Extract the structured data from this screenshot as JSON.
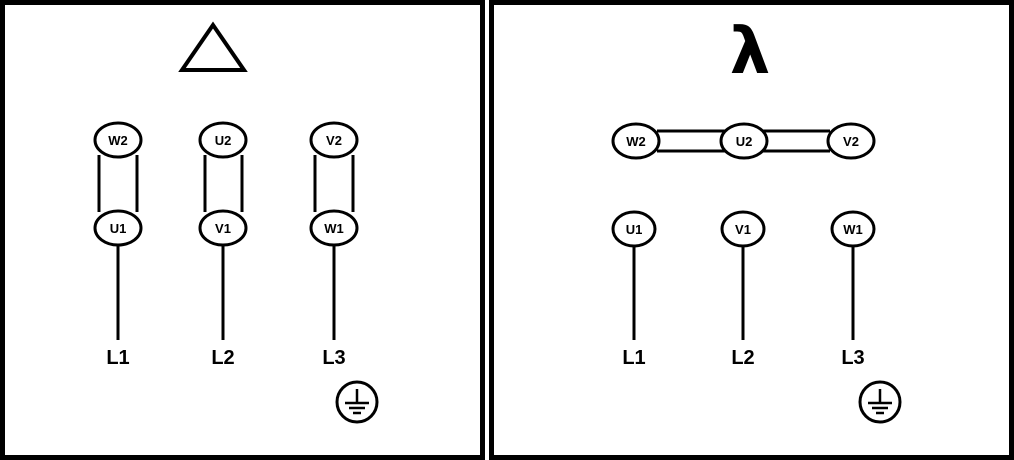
{
  "delta_panel": {
    "symbol": "triangle-delta-icon",
    "terminals": {
      "top": [
        "W2",
        "U2",
        "V2"
      ],
      "bottom": [
        "U1",
        "V1",
        "W1"
      ]
    },
    "lines": [
      "L1",
      "L2",
      "L3"
    ],
    "ground": "ground-icon"
  },
  "star_panel": {
    "symbol": "λ",
    "terminals": {
      "top": [
        "W2",
        "U2",
        "V2"
      ],
      "bottom": [
        "U1",
        "V1",
        "W1"
      ]
    },
    "lines": [
      "L1",
      "L2",
      "L3"
    ],
    "ground": "ground-icon"
  }
}
